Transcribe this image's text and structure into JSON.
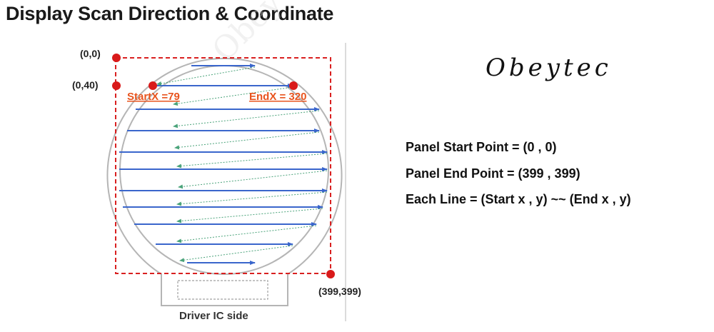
{
  "title": "Display Scan Direction & Coordinate",
  "brand": "Obeytec",
  "watermark": "Obey",
  "diagram": {
    "origin_label": "(0,0)",
    "row40_label": "(0,40)",
    "start_x_label": "StartX =79",
    "end_x_label": "EndX = 320",
    "end_point_label": "(399,399)",
    "ic_side_label": "Driver IC side"
  },
  "info": {
    "line1": "Panel Start Point = (0 , 0)",
    "line2": "Panel End Point = (399 , 399)",
    "line3": "Each Line = (Start x , y) ~~ (End x , y)"
  },
  "colors": {
    "scan_arrow": "#3a66cc",
    "return_arrow": "#4aa37a",
    "frame": "#d92020",
    "point": "#d91a1a",
    "outline": "#b5b5b5",
    "label_orange": "#e8541e"
  }
}
